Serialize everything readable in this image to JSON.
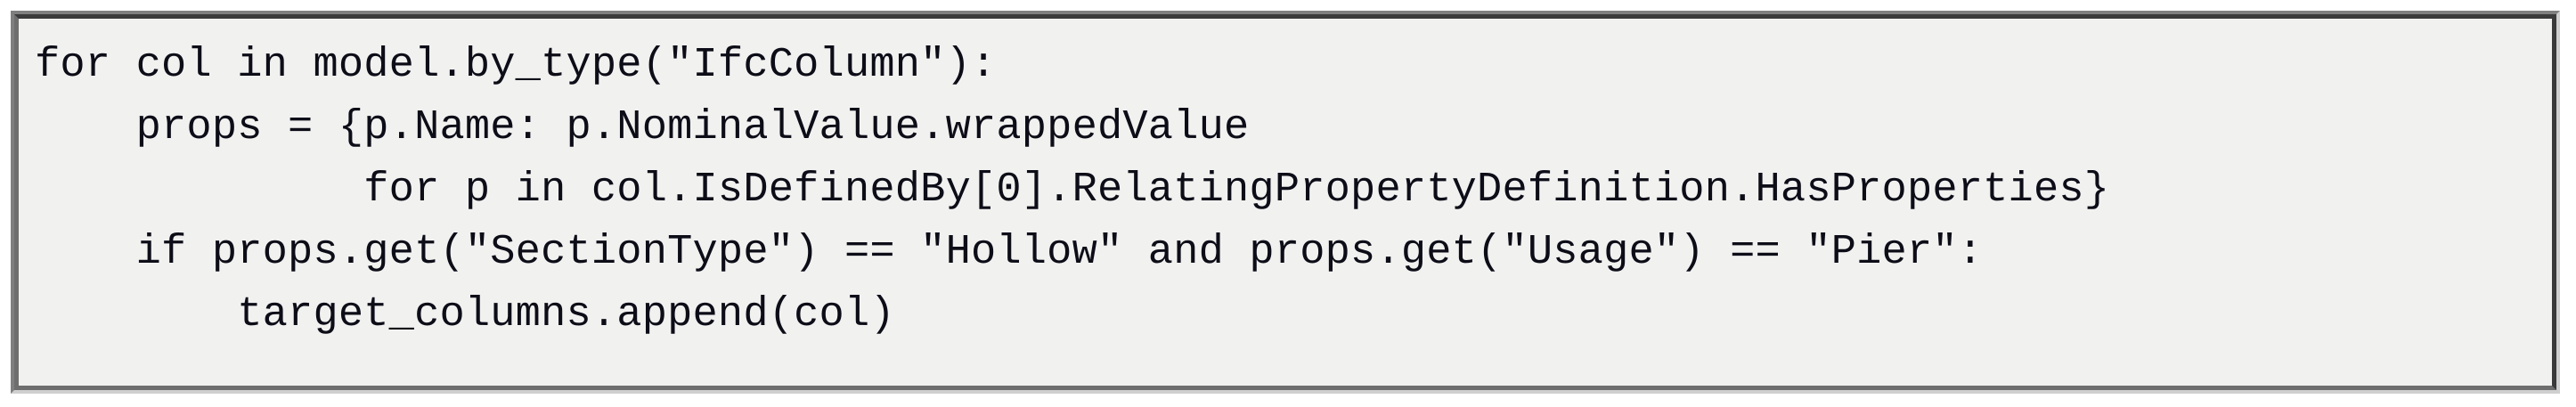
{
  "window": {
    "background_color": "#ffffff",
    "frame_background": "#f1f1f0",
    "frame_border_dark": "#3a3a3a",
    "frame_border_mid": "#7f7f7f",
    "frame_border_light": "#cfcfcf",
    "text_color": "#0d0d18"
  },
  "code_block": {
    "language": "python",
    "lines": [
      "for col in model.by_type(\"IfcColumn\"):",
      "    props = {p.Name: p.NominalValue.wrappedValue",
      "             for p in col.IsDefinedBy[0].RelatingPropertyDefinition.HasProperties}",
      "    if props.get(\"SectionType\") == \"Hollow\" and props.get(\"Usage\") == \"Pier\":",
      "        target_columns.append(col)"
    ]
  }
}
